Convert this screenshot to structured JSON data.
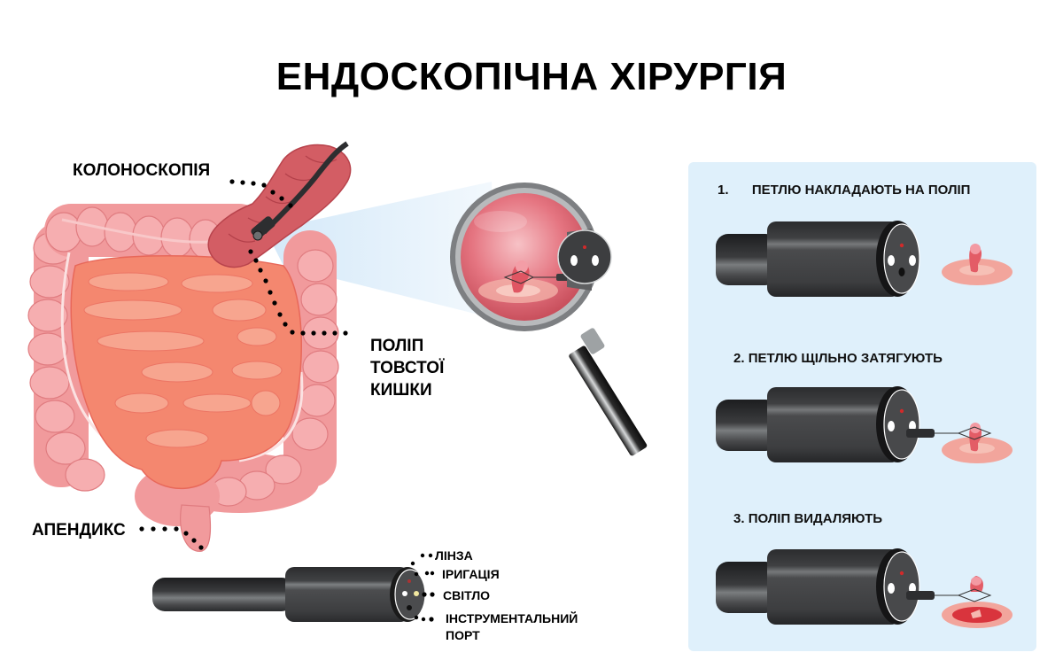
{
  "title": "ЕНДОСКОПІЧНА ХІРУРГІЯ",
  "anatomy_labels": {
    "colonoscopy": "КОЛОНОСКОПІЯ",
    "polyp_line1": "ПОЛІП",
    "polyp_line2": "ТОВСТОЇ",
    "polyp_line3": "КИШКИ",
    "appendix": "АПЕНДИКС"
  },
  "endoscope_tip_labels": {
    "lens": "ЛІНЗА",
    "irrigation": "ІРИГАЦІЯ",
    "light": "СВІТЛО",
    "instrument_port_line1": "ІНСТРУМЕНТАЛЬНИЙ",
    "instrument_port_line2": "ПОРТ"
  },
  "steps_panel": {
    "steps": [
      {
        "number": "1.",
        "label": "ПЕТЛЮ НАКЛАДАЮТЬ НА ПОЛІП"
      },
      {
        "number": "2.",
        "label": "ПЕТЛЮ ЩІЛЬНО ЗАТЯГУЮТЬ"
      },
      {
        "number": "3.",
        "label": "ПОЛІП ВИДАЛЯЮТЬ"
      }
    ]
  },
  "colors": {
    "panel_bg": "#dff0fb",
    "intestine_pink": "#f19a9c",
    "small_intestine": "#f4876f",
    "colon_dark": "#c94a52",
    "scope_black": "#3a3b3d",
    "polyp_red": "#e0555f",
    "magnifier_lens": "#e46d79"
  }
}
